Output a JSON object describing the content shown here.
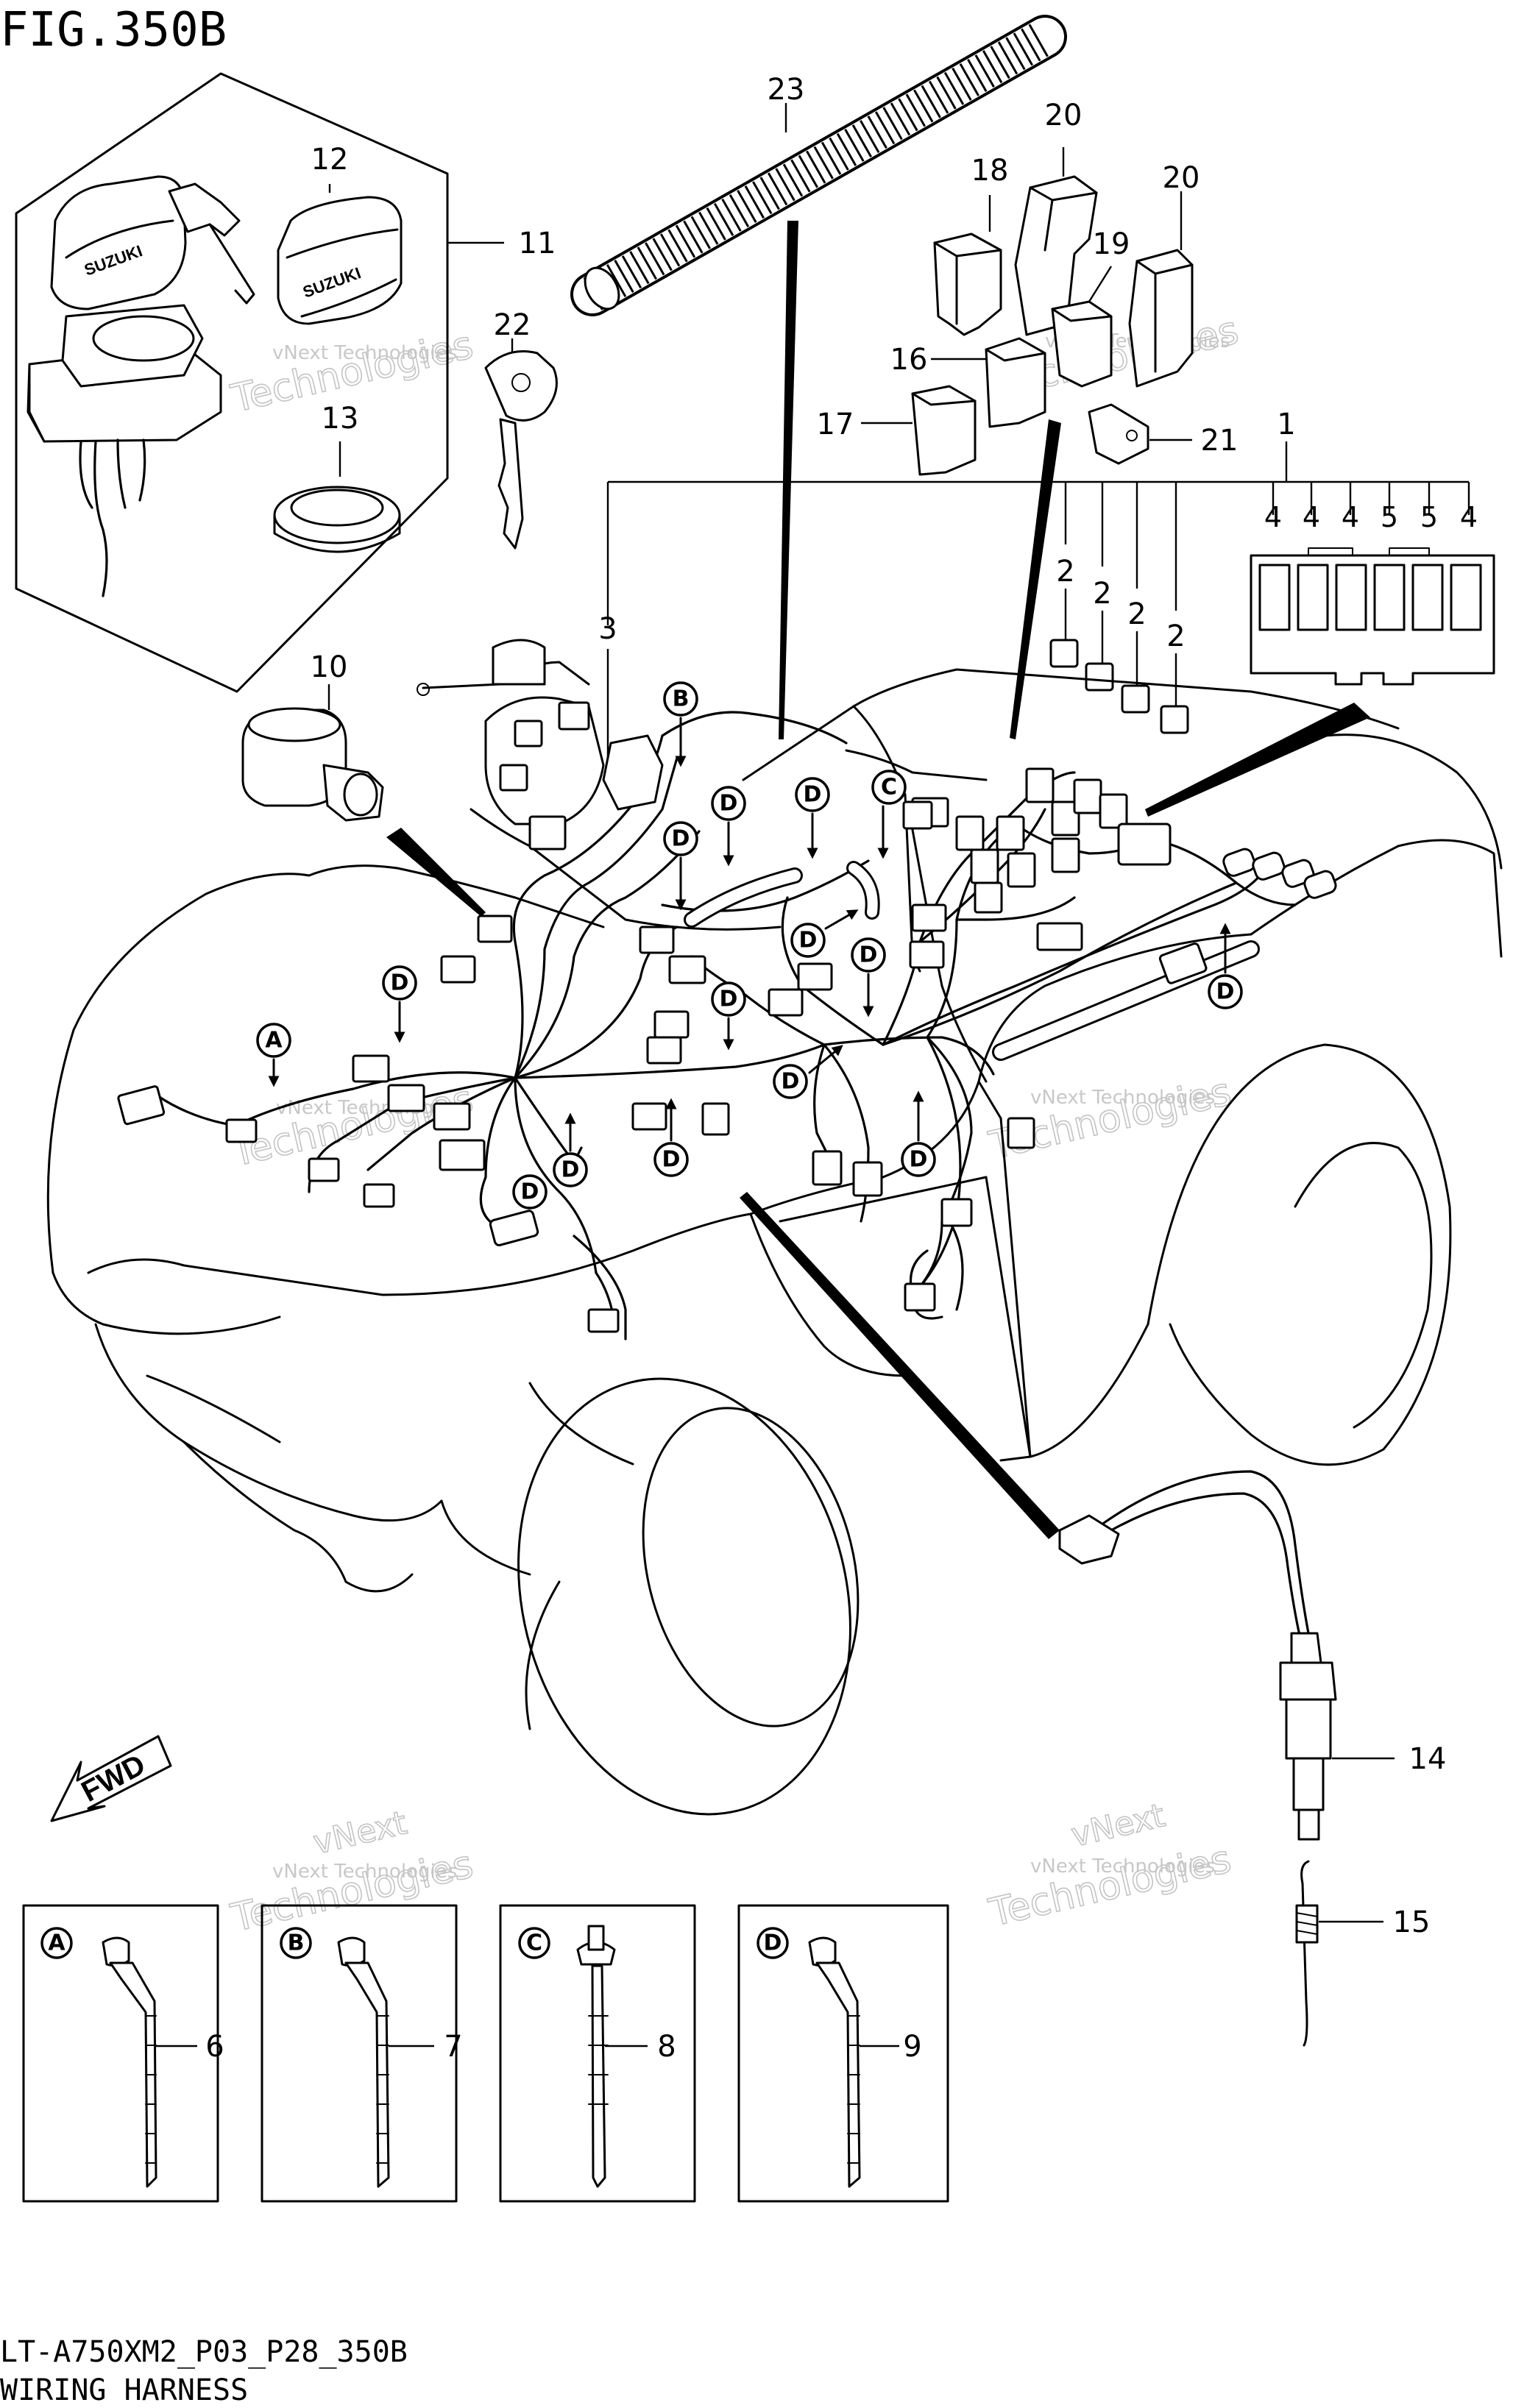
{
  "figure": {
    "title": "FIG.350B",
    "code": "LT-A750XM2_P03_P28_350B",
    "name": "WIRING HARNESS"
  },
  "watermark": {
    "small_text": "vNext Technologies",
    "large_text": "Technologies",
    "brand_text": "vNext"
  },
  "direction": {
    "label": "FWD"
  },
  "key_logo": {
    "text": "SUZUKI"
  },
  "callouts": {
    "c1": "1",
    "c2": "2",
    "c3": "3",
    "c6": "6",
    "c7": "7",
    "c8": "8",
    "c9": "9",
    "c10": "10",
    "c11": "11",
    "c12": "12",
    "c13": "13",
    "c14": "14",
    "c15": "15",
    "c16": "16",
    "c17": "17",
    "c18": "18",
    "c19": "19",
    "c20": "20",
    "c21": "21",
    "c22": "22",
    "c23": "23"
  },
  "fuse_box": {
    "ratings": [
      "4",
      "4",
      "4",
      "5",
      "5",
      "4"
    ]
  },
  "clamp_markers": {
    "A": "A",
    "B": "B",
    "C": "C",
    "D": "D"
  },
  "clamp_details": [
    {
      "marker": "A",
      "part": "6"
    },
    {
      "marker": "B",
      "part": "7"
    },
    {
      "marker": "C",
      "part": "8"
    },
    {
      "marker": "D",
      "part": "9"
    }
  ]
}
